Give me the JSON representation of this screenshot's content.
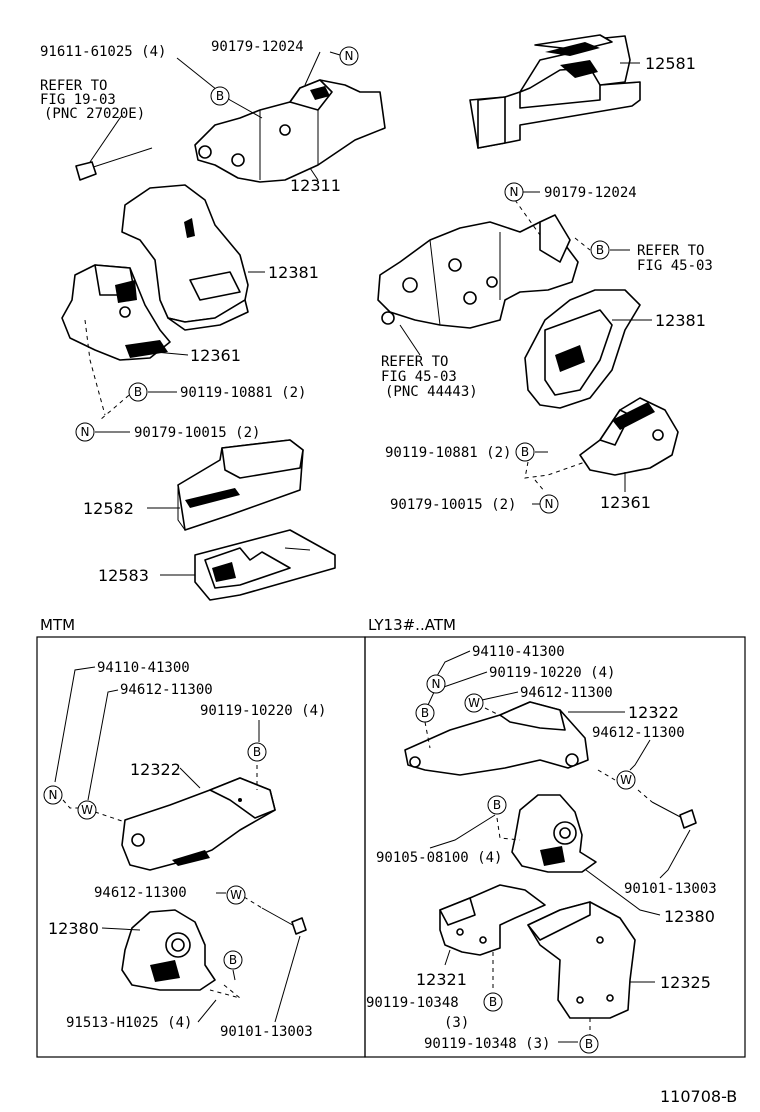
{
  "top": {
    "labels": {
      "bolt_91611": "91611-61025 (4)",
      "nut_90179_a": "90179-12024",
      "refer_1_l1": "REFER TO",
      "refer_1_l2": "FIG 19-03",
      "refer_1_l3": "(PNC 27020E)",
      "pnc_12311": "12311",
      "pnc_12581": "12581",
      "pnc_12381_left": "12381",
      "pnc_12361_left": "12361",
      "bolt_90119_left": "90119-10881 (2)",
      "nut_90179_left": "90179-10015 (2)",
      "pnc_12582": "12582",
      "pnc_12583": "12583",
      "nut_90179_b": "90179-12024",
      "refer_2_l1": "REFER TO",
      "refer_2_l2": "FIG 45-03",
      "refer_3_l1": "REFER TO",
      "refer_3_l2": "FIG 45-03",
      "refer_3_l3": "(PNC 44443)",
      "pnc_12381_right": "12381",
      "bolt_90119_right": "90119-10881 (2)",
      "nut_90179_right": "90179-10015 (2)",
      "pnc_12361_right": "12361"
    }
  },
  "mtm": {
    "title": "MTM",
    "labels": {
      "nut_94110": "94110-41300",
      "washer_94612": "94612-11300",
      "bolt_90119": "90119-10220 (4)",
      "pnc_12322": "12322",
      "washer_94612_b": "94612-11300",
      "pnc_12380": "12380",
      "bolt_91513": "91513-H1025 (4)",
      "bolt_90101": "90101-13003"
    }
  },
  "atm": {
    "title": "LY13#..ATM",
    "labels": {
      "nut_94110": "94110-41300",
      "bolt_90119": "90119-10220 (4)",
      "washer_94612": "94612-11300",
      "pnc_12322": "12322",
      "washer_94612_b": "94612-11300",
      "bolt_90105": "90105-08100 (4)",
      "bolt_90101": "90101-13003",
      "pnc_12380": "12380",
      "pnc_12321": "12321",
      "pnc_12325": "12325",
      "bolt_90119_a": "90119-10348",
      "bolt_90119_a_qty": "(3)",
      "bolt_90119_b": "90119-10348 (3)"
    }
  },
  "badges": {
    "n": "N",
    "b": "B",
    "w": "W"
  },
  "figure_number": "110708-B"
}
